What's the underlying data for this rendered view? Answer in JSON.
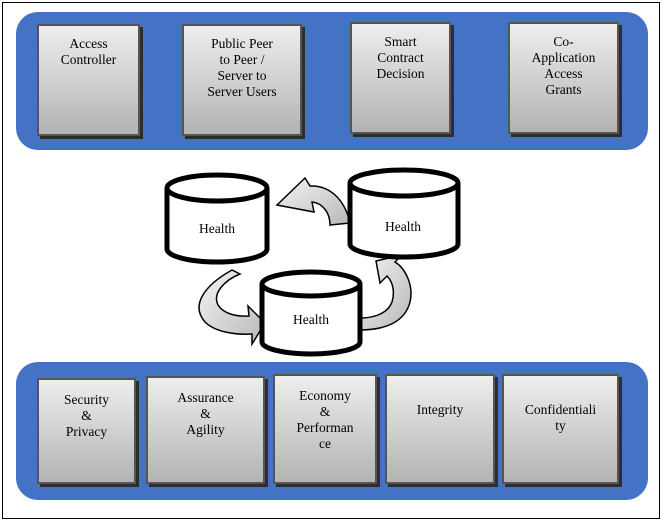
{
  "top_boxes": [
    {
      "label": "Access Controller",
      "lines": [
        "Access",
        "Controller"
      ]
    },
    {
      "label": "Public Peer to Peer / Server to Server Users",
      "lines": [
        "Public Peer",
        "to Peer /",
        "Server to",
        "Server Users"
      ]
    },
    {
      "label": "Smart Contract Decision",
      "lines": [
        "Smart",
        "Contract",
        "Decision"
      ]
    },
    {
      "label": "Co-Application Access Grants",
      "lines": [
        "Co-",
        "Application",
        "Access",
        "Grants"
      ]
    }
  ],
  "databases": [
    {
      "label": "Health"
    },
    {
      "label": "Health"
    },
    {
      "label": "Health"
    }
  ],
  "bottom_boxes": [
    {
      "label": "Security & Privacy",
      "lines": [
        "Security",
        "&",
        "Privacy"
      ]
    },
    {
      "label": "Assurance & Agility",
      "lines": [
        "Assurance",
        "&",
        "Agility"
      ]
    },
    {
      "label": "Economy & Performance",
      "lines": [
        "Economy",
        "&",
        "Performan",
        "ce"
      ]
    },
    {
      "label": "Integrity",
      "lines": [
        "Integrity"
      ]
    },
    {
      "label": "Confidentiality",
      "lines": [
        "Confidentiali",
        "ty"
      ]
    }
  ],
  "colors": {
    "panel": "#4472c4",
    "box_fill_top": "#eeeeee",
    "box_fill_bottom": "#b3b3b3",
    "arrow_fill": "#d0d0d0"
  }
}
